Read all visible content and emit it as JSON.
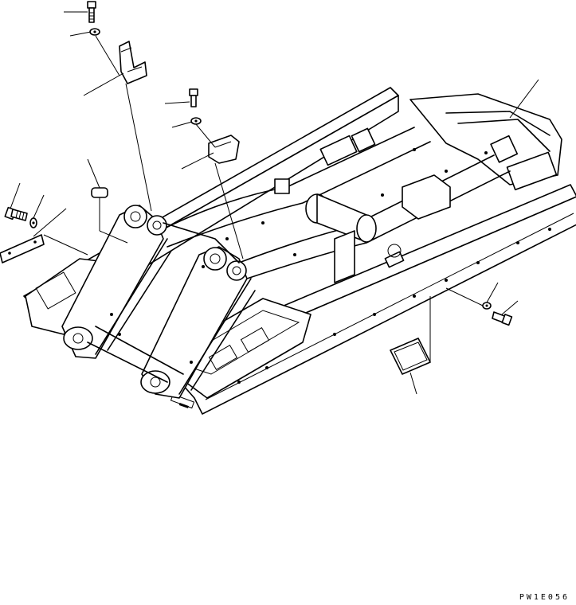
{
  "figure": {
    "drawing_code": "PW1E056"
  },
  "parts": [
    {
      "id": "bolt-top-left",
      "icon": "bolt-icon"
    },
    {
      "id": "washer-top-left",
      "icon": "washer-icon"
    },
    {
      "id": "bracket-top-left",
      "icon": "bracket-icon"
    },
    {
      "id": "bolt-top-center",
      "icon": "bolt-icon"
    },
    {
      "id": "washer-top-center",
      "icon": "washer-icon"
    },
    {
      "id": "bracket-top-center",
      "icon": "bracket-icon"
    },
    {
      "id": "plug",
      "icon": "plug-icon"
    },
    {
      "id": "bolt-left",
      "icon": "bolt-icon"
    },
    {
      "id": "washer-left",
      "icon": "washer-icon"
    },
    {
      "id": "plate-left",
      "icon": "plate-icon"
    },
    {
      "id": "main-frame",
      "icon": "frame-icon"
    },
    {
      "id": "washer-right",
      "icon": "washer-icon"
    },
    {
      "id": "bolt-right",
      "icon": "bolt-icon"
    },
    {
      "id": "cover-plate-right",
      "icon": "cover-plate-icon"
    }
  ]
}
